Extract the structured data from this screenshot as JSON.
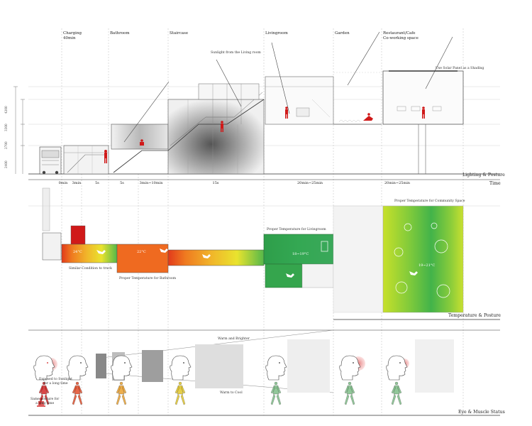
{
  "columns": [
    {
      "label": "Charging\n40min"
    },
    {
      "label": "Bathroom"
    },
    {
      "label": "Staircase"
    },
    {
      "label": "Livingroom"
    },
    {
      "label": "Garden"
    },
    {
      "label": "Restaurant/Cafe\nCo-working space"
    }
  ],
  "annotations": {
    "sunlight": "Sunlight from the Living room",
    "solar": "Use Solar Panel as a Shading",
    "similar": "Similar Condition to truck",
    "bathroom_temp": "Proper Temperature for Bathroom",
    "living_temp": "Proper Temperature for Livingroom",
    "community_temp": "Proper Temperature for Community Space",
    "sunlight_exposed": "Exposed to Sunlight\nfor a long time",
    "same_posture": "Same posture for\na long time",
    "warm_bright": "Warm and Brighter",
    "warm_cool": "Warm to Cool"
  },
  "temperatures": {
    "t1": "24°C",
    "t2": "22°C",
    "t3": "18~19°C",
    "t4": "19~21°C"
  },
  "dimensions": [
    "4200",
    "3300",
    "2700",
    "2400"
  ],
  "times": [
    "0min",
    "3min",
    "5s",
    "5s",
    "3min~10min",
    "15s",
    "20min~25min",
    "20min~25min"
  ],
  "sections": {
    "lighting": "Lighting & Posture",
    "time": "Time",
    "temperature": "Temperature & Posture",
    "eye": "Eye & Muscle Status"
  },
  "colors": {
    "accent_red": "#d01919",
    "warm": "#e83d1c",
    "green": "#2f9e3c",
    "lime": "#b9df2a"
  }
}
